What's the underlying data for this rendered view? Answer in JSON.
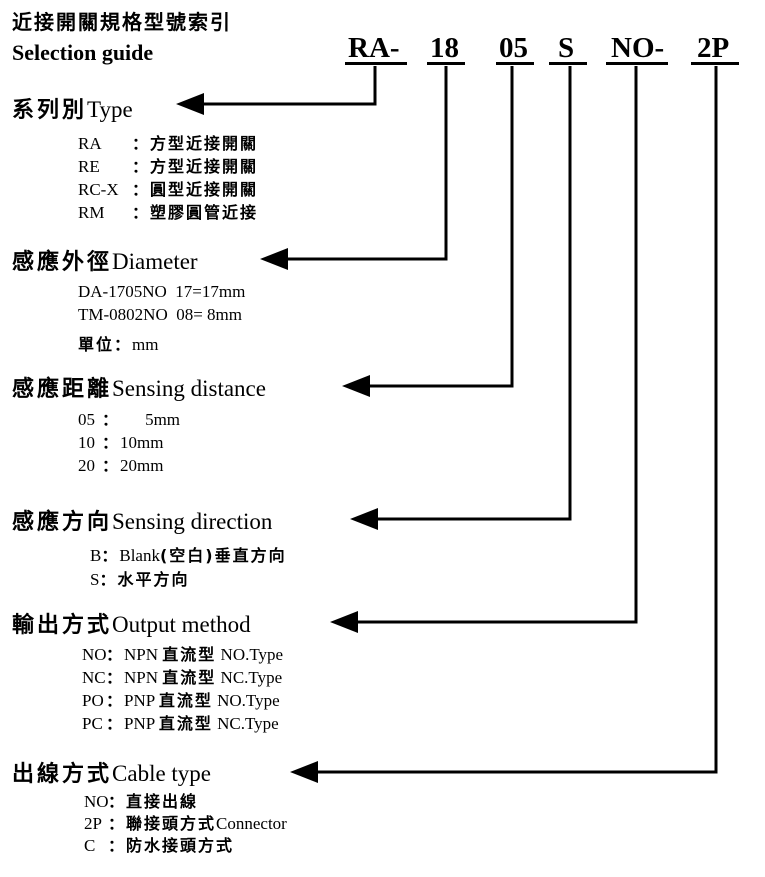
{
  "title_zh": "近接開關規格型號索引",
  "title_en": "Selection guide",
  "codes": [
    "RA-",
    "18",
    "05",
    "S",
    "NO-",
    "2P"
  ],
  "sections": [
    {
      "heading_zh": "系列別",
      "heading_en": "Type",
      "items": [
        {
          "code": "RA",
          "sep": "：",
          "desc_zh": "方型近接開關"
        },
        {
          "code": "RE",
          "sep": "：",
          "desc_zh": "方型近接開關"
        },
        {
          "code": "RC-X",
          "sep": "：",
          "desc_zh": "圓型近接開關"
        },
        {
          "code": "RM",
          "sep": "：",
          "desc_zh": "塑膠圓管近接"
        }
      ]
    },
    {
      "heading_zh": "感應外徑",
      "heading_en": "Diameter",
      "items": [
        {
          "text": "DA-1705NO  17=17mm"
        },
        {
          "text": "TM-0802NO  08= 8mm"
        },
        {
          "label_zh": "單位",
          "sep": "：",
          "value": "mm"
        }
      ]
    },
    {
      "heading_zh": "感應距離",
      "heading_en": "Sensing distance",
      "items": [
        {
          "code": "05",
          "sep": "：",
          "value": "5mm"
        },
        {
          "code": "10",
          "sep": "：",
          "value": "10mm"
        },
        {
          "code": "20",
          "sep": "：",
          "value": "20mm"
        }
      ]
    },
    {
      "heading_zh": "感應方向",
      "heading_en": "Sensing direction",
      "items": [
        {
          "code": "B",
          "sep": "：",
          "en": "Blank",
          "paren_zh": "(空白)",
          "desc_zh": "垂直方向"
        },
        {
          "code": "S",
          "sep": "：",
          "desc_zh": "水平方向"
        }
      ]
    },
    {
      "heading_zh": "輸出方式",
      "heading_en": "Output method",
      "items": [
        {
          "code": "NO",
          "sep": "：",
          "kind": "NPN",
          "desc_zh": "直流型",
          "type": "NO.Type"
        },
        {
          "code": "NC",
          "sep": "：",
          "kind": "NPN",
          "desc_zh": "直流型",
          "type": "NC.Type"
        },
        {
          "code": "PO",
          "sep": "：",
          "kind": "PNP",
          "desc_zh": "直流型",
          "type": "NO.Type"
        },
        {
          "code": "PC",
          "sep": "：",
          "kind": "PNP",
          "desc_zh": "直流型",
          "type": "NC.Type"
        }
      ]
    },
    {
      "heading_zh": "出線方式",
      "heading_en": "Cable type",
      "items": [
        {
          "code": "NO",
          "sep": "：",
          "desc_zh": "直接出線"
        },
        {
          "code": "2P",
          "sep": "：",
          "desc_zh": "聯接頭方式",
          "en": "Connector"
        },
        {
          "code": "C",
          "sep": "：",
          "desc_zh": "防水接頭方式"
        }
      ]
    }
  ]
}
